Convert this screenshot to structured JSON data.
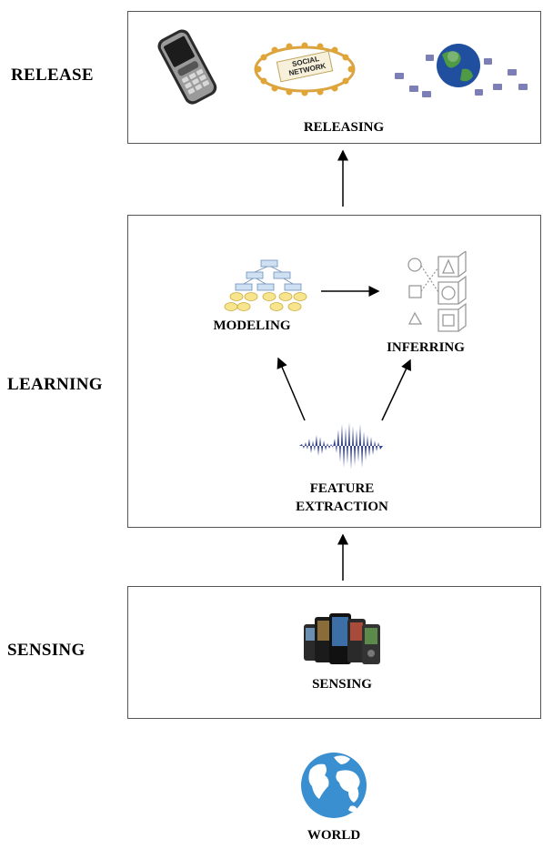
{
  "stages": {
    "release": "RELEASE",
    "learning": "LEARNING",
    "sensing": "SENSING"
  },
  "nodes": {
    "releasing": "RELEASING",
    "modeling": "MODELING",
    "inferring": "INFERRING",
    "feature_extraction_line1": "FEATURE",
    "feature_extraction_line2": "EXTRACTION",
    "sensing": "SENSING",
    "world": "WORLD"
  },
  "icons": {
    "phone": "mobile-phone-icon",
    "social": "social-network-icon",
    "globe_network": "globe-network-icon",
    "tree": "hierarchy-tree-icon",
    "shapes": "shapes-matching-icon",
    "waveform": "audio-waveform-icon",
    "phones_group": "smartphones-group-icon",
    "world_globe": "world-globe-icon"
  },
  "social_text": "SOCIAL NETWORK",
  "colors": {
    "waveform": "#2d3f9e",
    "globe": "#3a8fd0",
    "tree_box": "#cfe0f3",
    "tree_node": "#f6e58d",
    "border": "#555555"
  }
}
